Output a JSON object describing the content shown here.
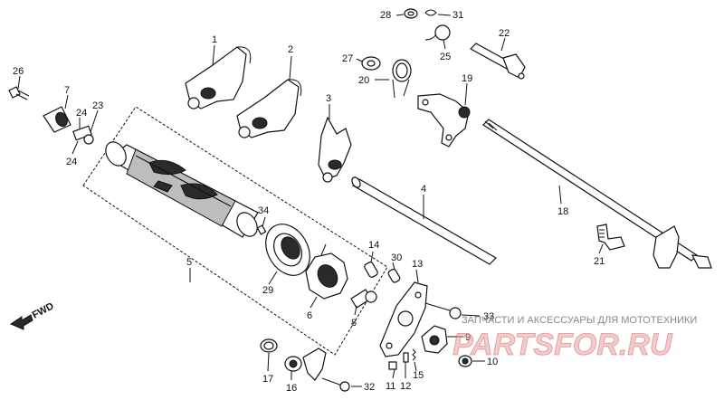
{
  "labels": {
    "l1": "1",
    "l2": "2",
    "l3": "3",
    "l4": "4",
    "l5": "5",
    "l6": "6",
    "l7": "7",
    "l8": "8",
    "l9": "9",
    "l10": "10",
    "l11": "11",
    "l12": "12",
    "l13": "13",
    "l14": "14",
    "l15": "15",
    "l16": "16",
    "l17": "17",
    "l18": "18",
    "l19": "19",
    "l20": "20",
    "l21": "21",
    "l22": "22",
    "l23": "23",
    "l24a": "24",
    "l24b": "24",
    "l25": "25",
    "l26": "26",
    "l27": "27",
    "l28": "28",
    "l29": "29",
    "l30": "30",
    "l31": "31",
    "l32": "32",
    "l33": "33",
    "l34": "34"
  },
  "fwd": "FWD",
  "watermark": {
    "caption": "ЗАПЧАСТИ И АКСЕССУАРЫ ДЛЯ МОТОТЕХНИКИ",
    "logo": "PARTSFOR.RU"
  }
}
